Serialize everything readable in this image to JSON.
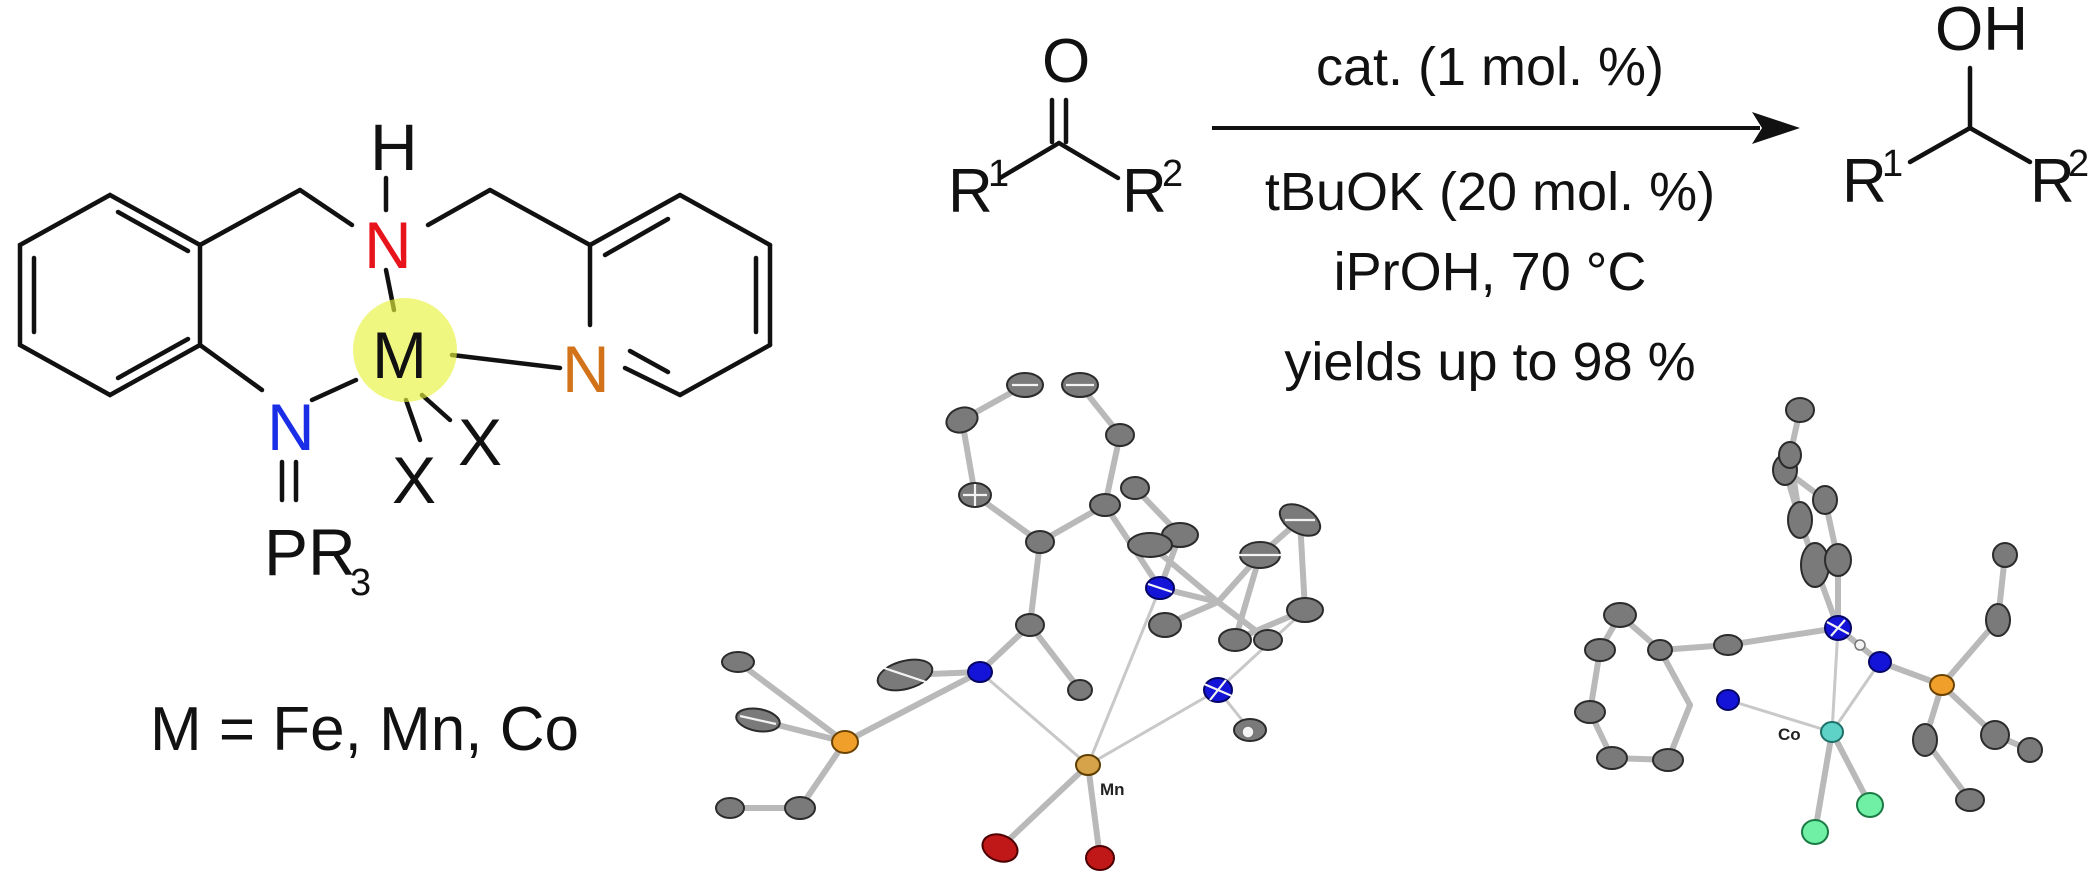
{
  "ligand": {
    "atom_H": "H",
    "atom_N_amine": "N",
    "atom_N_pyridine": "N",
    "atom_N_imine": "N",
    "atom_M": "M",
    "atom_X1": "X",
    "atom_X2": "X",
    "pr3_base": "PR",
    "pr3_sub": "3",
    "colors": {
      "amine_N": "#e8141c",
      "pyridine_N": "#d2731a",
      "imine_N": "#1a2ee8",
      "metal_highlight": "#e8f23c"
    }
  },
  "metal_list": "M = Fe, Mn, Co",
  "reaction": {
    "reactant_O": "O",
    "reactant_R1": "R",
    "reactant_R1_sup": "1",
    "reactant_R2": "R",
    "reactant_R2_sup": "2",
    "conditions_above": "cat. (1 mol. %)",
    "conditions_below_1": "tBuOK (20 mol. %)",
    "conditions_below_2": "iPrOH, 70 °C",
    "conditions_below_3": "yields up to 98 %",
    "product_OH": "OH",
    "product_R1": "R",
    "product_R1_sup": "1",
    "product_R2": "R",
    "product_R2_sup": "2"
  },
  "structures": {
    "mn_label": "Mn",
    "co_label": "Co"
  }
}
